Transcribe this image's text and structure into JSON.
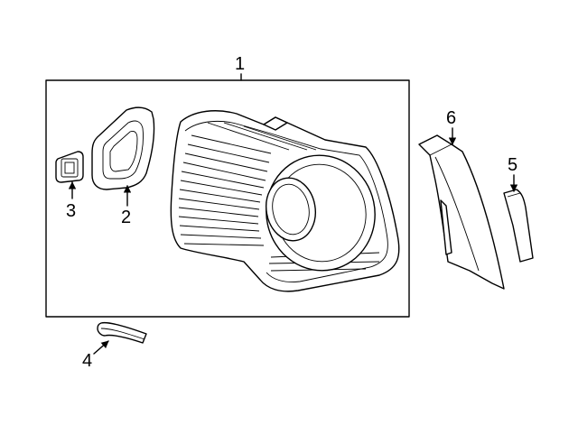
{
  "diagram": {
    "callouts": {
      "c1": "1",
      "c2": "2",
      "c3": "3",
      "c4": "4",
      "c5": "5",
      "c6": "6"
    }
  }
}
